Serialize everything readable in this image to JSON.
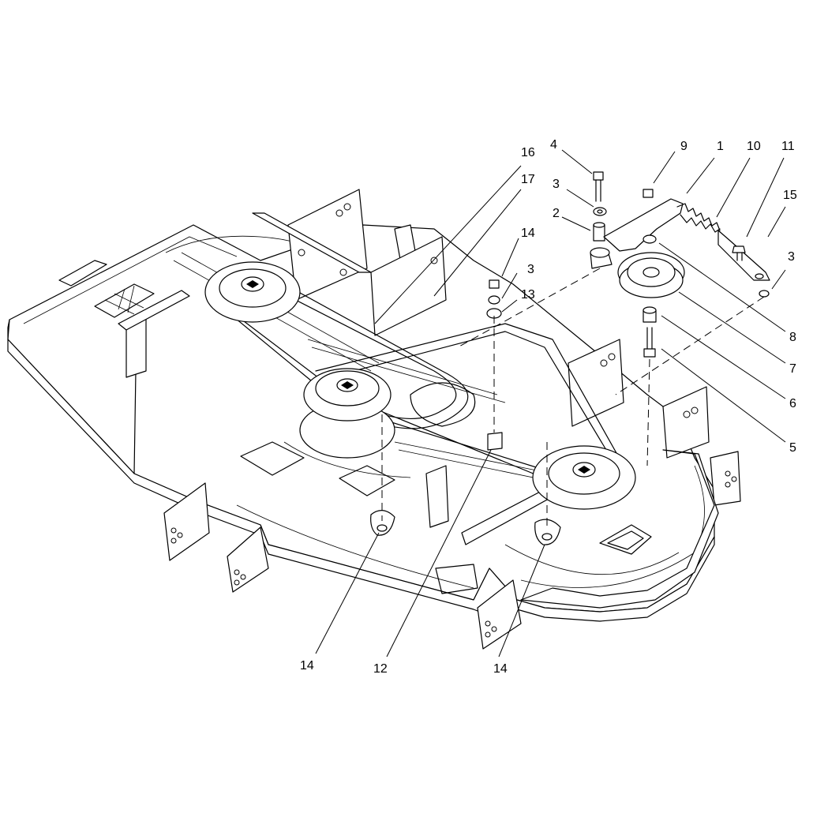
{
  "callouts": [
    "4",
    "9",
    "1",
    "10",
    "11",
    "16",
    "17",
    "3",
    "2",
    "15",
    "14",
    "3",
    "13",
    "3",
    "8",
    "7",
    "6",
    "5",
    "14",
    "12",
    "14"
  ]
}
